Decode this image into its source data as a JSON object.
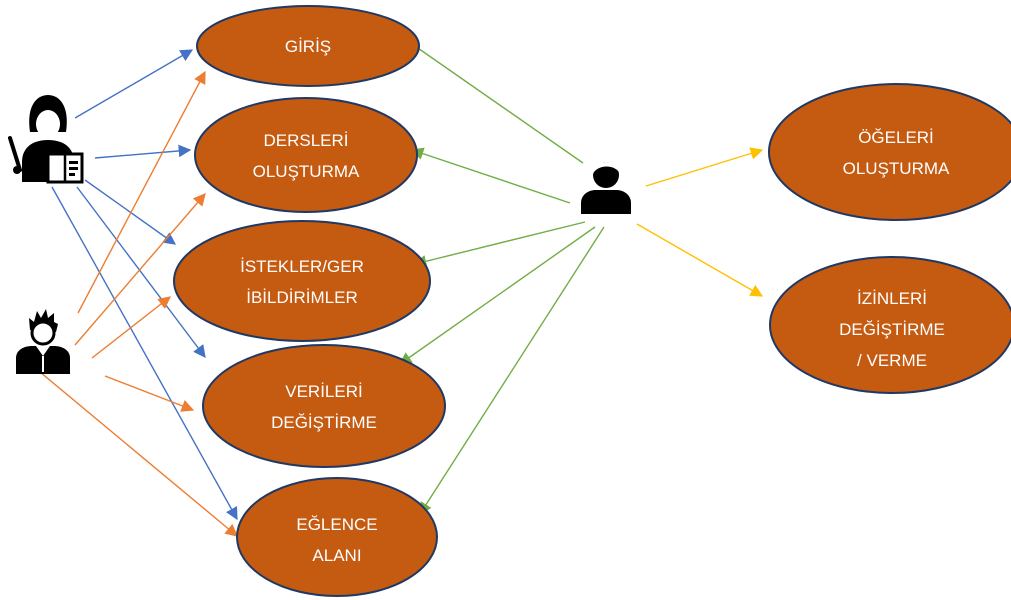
{
  "colors": {
    "ellipse_fill": "#C55A11",
    "ellipse_stroke": "#1F3864",
    "label": "#FFFFFF",
    "teacher_arrow": "#4472C4",
    "student_arrow": "#ED7D31",
    "admin_arrow": "#70AD47",
    "admin_extra_arrow": "#FFC000",
    "actor_icon": "#000000"
  },
  "actors": [
    {
      "id": "teacher",
      "icon": "teacher-icon"
    },
    {
      "id": "student",
      "icon": "student-icon"
    },
    {
      "id": "admin",
      "icon": "admin-user-icon"
    }
  ],
  "use_cases": [
    {
      "id": "giris",
      "lines": [
        "GİRİŞ"
      ]
    },
    {
      "id": "dersleri",
      "lines": [
        "DERSLERİ",
        "OLUŞTURMA"
      ]
    },
    {
      "id": "istekler",
      "lines": [
        "İSTEKLER/GER",
        "İBİLDİRİMLER"
      ]
    },
    {
      "id": "verileri",
      "lines": [
        "VERİLERİ",
        "DEĞİŞTİRME"
      ]
    },
    {
      "id": "eglence",
      "lines": [
        "EĞLENCE",
        "ALANI"
      ]
    },
    {
      "id": "ogeleri",
      "lines": [
        "ÖĞELERİ",
        "OLUŞTURMA"
      ]
    },
    {
      "id": "izinleri",
      "lines": [
        "İZİNLERİ",
        "DEĞİŞTİRME",
        "/ VERME"
      ]
    }
  ]
}
